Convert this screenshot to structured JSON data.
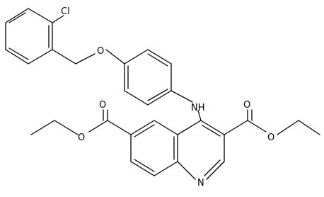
{
  "structure": {
    "atom_labels": {
      "cl": "Cl",
      "o_ether": "O",
      "nh": "NH",
      "o_left_carbonyl": "O",
      "o_left_ester": "O",
      "o_right_carbonyl": "O",
      "o_right_ester": "O",
      "n_ring": "N"
    }
  }
}
